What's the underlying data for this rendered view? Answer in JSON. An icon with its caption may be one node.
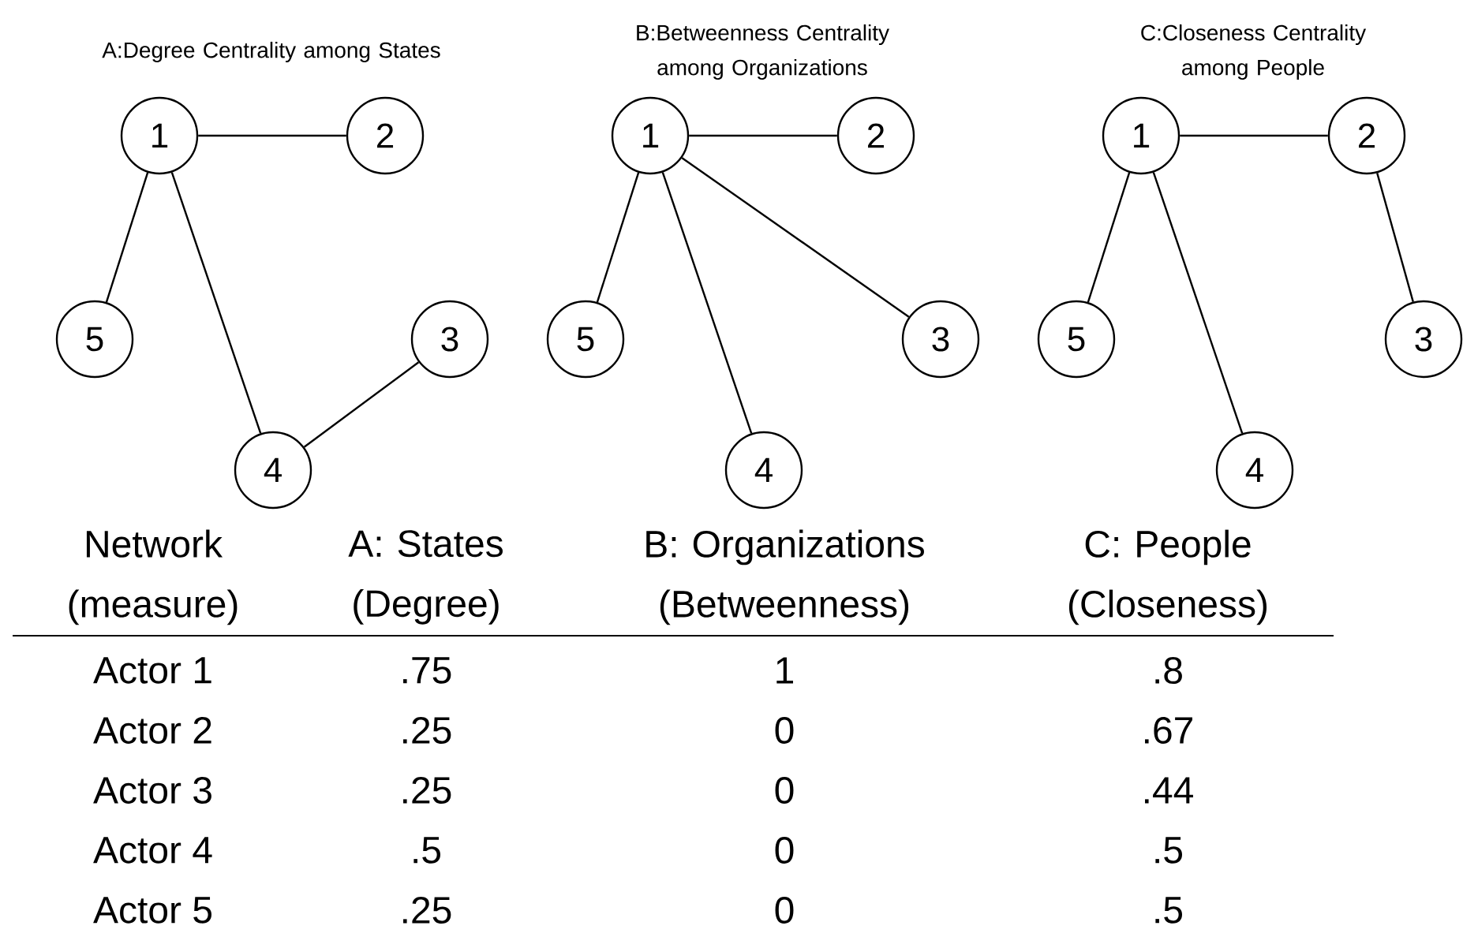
{
  "diagram": {
    "nodes": [
      {
        "text": [
          "1"
        ]
      },
      {
        "text": [
          "2"
        ]
      },
      {
        "text": [
          "5"
        ]
      },
      {
        "text": [
          "3"
        ]
      },
      {
        "text": [
          "4"
        ]
      },
      {
        "text": [
          "1"
        ]
      },
      {
        "text": [
          "2"
        ]
      },
      {
        "text": [
          "5"
        ]
      },
      {
        "text": [
          "3"
        ]
      },
      {
        "text": [
          "4"
        ]
      },
      {
        "text": [
          "1"
        ]
      },
      {
        "text": [
          "2"
        ]
      },
      {
        "text": [
          "5"
        ]
      },
      {
        "text": [
          "3"
        ]
      },
      {
        "text": [
          "4"
        ]
      }
    ],
    "edges": [
      {
        "from": 0,
        "to": 1,
        "arrow": "none"
      },
      {
        "from": 0,
        "to": 2,
        "arrow": "none"
      },
      {
        "from": 0,
        "to": 4,
        "arrow": "none"
      },
      {
        "from": 4,
        "to": 3,
        "arrow": "none"
      },
      {
        "from": 5,
        "to": 6,
        "arrow": "none"
      },
      {
        "from": 5,
        "to": 7,
        "arrow": "none"
      },
      {
        "from": 5,
        "to": 9,
        "arrow": "none"
      },
      {
        "from": 5,
        "to": 8,
        "arrow": "none"
      },
      {
        "from": 10,
        "to": 11,
        "arrow": "none"
      },
      {
        "from": 10,
        "to": 12,
        "arrow": "none"
      },
      {
        "from": 10,
        "to": 14,
        "arrow": "none"
      },
      {
        "from": 11,
        "to": 13,
        "arrow": "none"
      }
    ],
    "labels": [
      "A:Degree Centrality among States",
      "B:Betweenness Centrality among Organizations",
      "C:Closeness Centrality among People",
      "Network (measure)",
      "A: States (Degree)",
      "B: Organizations (Betweenness)",
      "C: People (Closeness)",
      "Actor 1",
      ".75",
      "1",
      ".8",
      "Actor 2",
      ".25",
      "0",
      ".67",
      "Actor 3",
      ".25",
      "0",
      ".44",
      "Actor 4",
      ".5",
      "0",
      ".5",
      "Actor 5",
      ".25",
      "0",
      ".5"
    ]
  }
}
